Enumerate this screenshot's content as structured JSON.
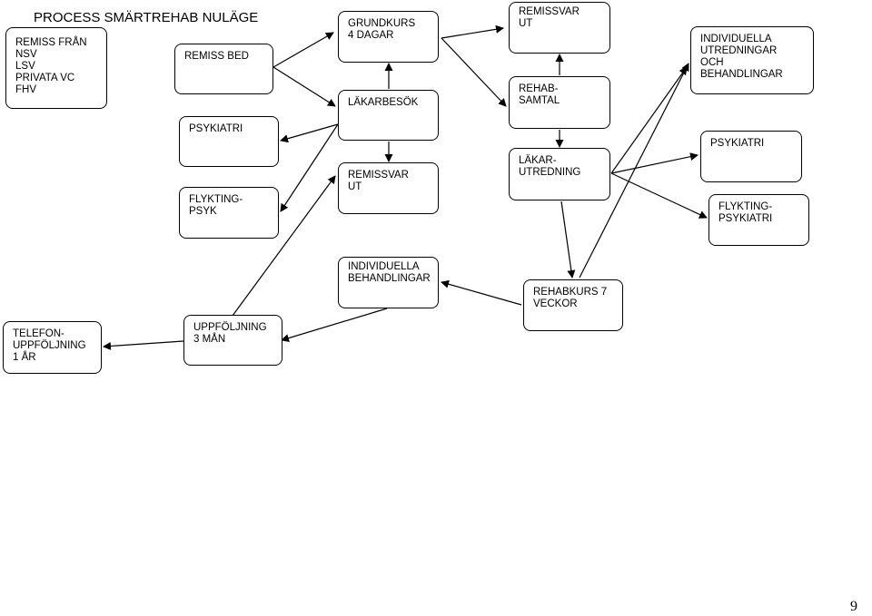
{
  "title": "PROCESS SMÄRTREHAB NULÄGE",
  "page_number": "9",
  "boxes": {
    "remiss_fran": "REMISS FRÅN\nNSV\nLSV\nPRIVATA VC\nFHV",
    "remiss_bed": "REMISS BED",
    "grundkurs": "GRUNDKURS\n4 DAGAR",
    "lakarbesok": "LÄKARBESÖK",
    "remissvar_ut_top": "REMISSVAR\nUT",
    "rehab_samtal": "REHAB-\nSAMTAL",
    "individuella_utredningar": "INDIVIDUELLA\nUTREDNINGAR\nOCH\nBEHANDLINGAR",
    "psykiatri_left": "PSYKIATRI",
    "flykting_psyk": "FLYKTING-\nPSYK",
    "remissvar_ut_mid": "REMISSVAR\nUT",
    "lakar_utredning": "LÄKAR-\nUTREDNING",
    "psykiatri_right": "PSYKIATRI",
    "flykting_psykiatri": "FLYKTING-\nPSYKIATRI",
    "individuella_behandlingar": "INDIVIDUELLA\nBEHANDLINGAR",
    "rehabkurs": "REHABKURS 7\nVECKOR",
    "telefon_uppfoljning": "TELEFON-\nUPPFÖLJNING\n1 ÅR",
    "uppfoljning_3man": "UPPFÖLJNING\n3 MÅN"
  }
}
